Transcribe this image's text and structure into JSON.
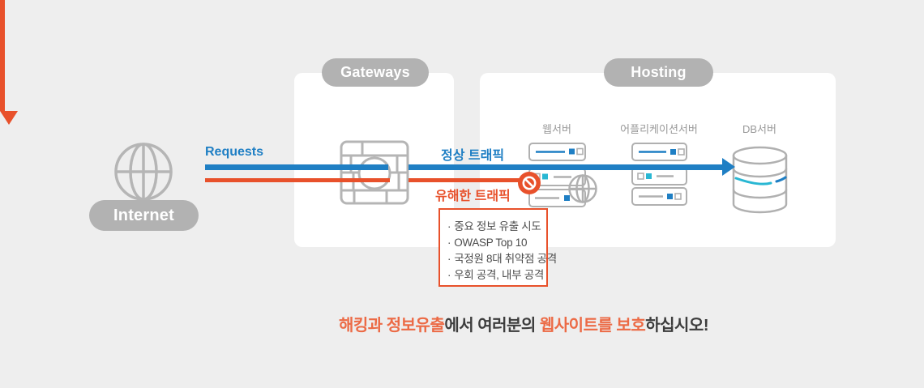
{
  "badges": {
    "internet": "Internet",
    "gateways": "Gateways",
    "hosting": "Hosting"
  },
  "flow": {
    "requests_label": "Requests",
    "normal_traffic_label": "정상 트래픽",
    "harmful_traffic_label": "유해한 트래픽"
  },
  "servers": {
    "web_label": "웹서버",
    "app_label": "어플리케이션서버",
    "db_label": "DB서버"
  },
  "threat_box": {
    "bullet": "·",
    "items": [
      "중요 정보 유출 시도",
      "OWASP Top 10",
      "국정원 8대 취약점 공격",
      "우회 공격, 내부 공격"
    ]
  },
  "tagline": {
    "part1_highlight": "해킹과 정보유출",
    "part2": "에서 여러분의 ",
    "part3_highlight": "웹사이트를 보호",
    "part4": "하십시오!"
  },
  "icons": {
    "internet": "globe-icon",
    "gateway": "firewall-icon",
    "web_server": "server-stack-with-globe-icon",
    "app_server": "server-stack-icon",
    "db_server": "database-cylinder-icon",
    "blocked": "prohibition-icon",
    "blocked_flow": "down-arrow-icon",
    "normal_flow": "right-arrow-icon"
  },
  "colors": {
    "accent_blue": "#1f7fc4",
    "accent_cyan": "#29b7d3",
    "accent_red": "#e8512b",
    "tagline_red": "#ec6a45",
    "badge_gray": "#b2b2b2",
    "icon_gray": "#b5b5b5",
    "server_gray": "#b0b0b0",
    "label_gray": "#999999",
    "dark_text": "#3c3c3c",
    "list_text": "#4c4c4c",
    "bg": "#eeeeee",
    "card": "#ffffff"
  }
}
